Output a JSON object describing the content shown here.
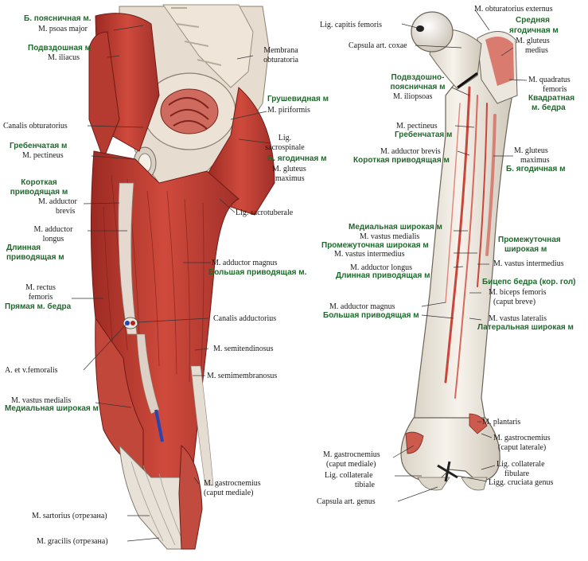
{
  "colors": {
    "muscle": "#c0392b",
    "muscle_dark": "#8e1f1a",
    "muscle_light": "#e07a6f",
    "bone": "#f2ede4",
    "bone_shadow": "#b9b2a6",
    "tendon": "#e9e4dc",
    "russian_label": "#1d6b2a",
    "latin_label": "#1a1a1a",
    "leader_line": "#333333"
  },
  "left_figure": {
    "labels": {
      "psoas_ru": "Б. поясничная м.",
      "psoas_lat": "M. psoas major",
      "iliacus_ru": "Подвздошная м",
      "iliacus_lat": "M. iliacus",
      "membrana_1": "Membrana",
      "membrana_2": "obturatoria",
      "piriformis_ru": "Грушевидная м",
      "piriformis_lat": "M. piriformis",
      "canalis_obt": "Canalis obturatorius",
      "pectineus_ru": "Гребенчатая м",
      "pectineus_lat": "M. pectineus",
      "sacrospinale_1": "Lig.",
      "sacrospinale_2": "sacrospinale",
      "gluteus_ru": "Б. ягодичная м",
      "gluteus_lat_1": "M. gluteus",
      "gluteus_lat_2": "maximus",
      "adductor_brevis_ru_1": "Короткая",
      "adductor_brevis_ru_2": "приводящая м",
      "adductor_brevis_lat_1": "M. adductor",
      "adductor_brevis_lat_2": "brevis",
      "sacrotuberale": "Lig. sacrotuberale",
      "adductor_longus_lat_1": "M. adductor",
      "adductor_longus_lat_2": "longus",
      "adductor_longus_ru_1": "Длинная",
      "adductor_longus_ru_2": "приводящая м",
      "adductor_magnus_lat": "M. adductor magnus",
      "adductor_magnus_ru": "Большая приводящая м.",
      "rectus_lat_1": "M. rectus",
      "rectus_lat_2": "femoris",
      "rectus_ru": "Прямая м. бедра",
      "canalis_add": "Canalis adductorius",
      "semitendinosus": "M. semitendinosus",
      "femoralis": "A. et v.femoralis",
      "semimembranosus": "M. semimembranosus",
      "vastus_medialis_lat": "M. vastus medialis",
      "vastus_medialis_ru": "Медиальная широкая м",
      "gastrocnemius_1": "M. gastrocnemius",
      "gastrocnemius_2": "(caput mediale)",
      "sartorius": "M. sartorius (отрезана)",
      "gracilis": "M. gracilis (отрезана)"
    }
  },
  "right_figure": {
    "labels": {
      "obturatorius_ext": "M. obturatorius externus",
      "capitis": "Lig. capitis femoris",
      "gluteus_med_ru_1": "Средняя",
      "gluteus_med_ru_2": "ягодичная м",
      "gluteus_med_lat_1": "M. gluteus",
      "gluteus_med_lat_2": "medius",
      "capsula_coxae": "Capsula art. coxae",
      "iliopsoas_ru_1": "Подвздошно-",
      "iliopsoas_ru_2": "поясничная м",
      "iliopsoas_lat": "M. iliopsoas",
      "quadratus_lat_1": "M. quadratus",
      "quadratus_lat_2": "femoris",
      "quadratus_ru_1": "Квадратная",
      "quadratus_ru_2": "м. бедра",
      "pectineus_lat": "M. pectineus",
      "pectineus_ru": "Гребенчатая м",
      "adductor_brevis_lat": "M. adductor brevis",
      "adductor_brevis_ru": "Короткая приводящая м",
      "gluteus_max_lat_1": "M. gluteus",
      "gluteus_max_lat_2": "maximus",
      "gluteus_max_ru": "Б. ягодичная м",
      "vastus_med_ru": "Медиальная широкая м",
      "vastus_med_lat": "M. vastus medialis",
      "vastus_int_ru_1": "Промежуточная",
      "vastus_int_ru_2": "широкая м",
      "vastus_int_ru_left": "Промежуточная широкая м",
      "vastus_int_lat_left": "M. vastus  intermedius",
      "vastus_int_lat_right": "M. vastus intermedius",
      "adductor_longus_lat": "M. adductor longus",
      "adductor_longus_ru": "Длинная приводящая м",
      "biceps_ru": "Бицепс бедра (кор. гол)",
      "biceps_lat_1": "M. biceps femoris",
      "biceps_lat_2": "(caput breve)",
      "adductor_magnus_lat": "M. adductor  magnus",
      "adductor_magnus_ru": "Большая приводящая м",
      "vastus_lat_lat": "M. vastus lateralis",
      "vastus_lat_ru": "Латеральная широкая м",
      "plantaris": "M. plantaris",
      "gastro_lat_1": "M. gastrocnemius",
      "gastro_lat_2": "(caput laterale)",
      "gastro_med_1": "M. gastrocnemius",
      "gastro_med_2": "(caput mediale)",
      "coll_fib_1": "Lig. collaterale",
      "coll_fib_2": "fibulare",
      "coll_tib_1": "Lig. collaterale",
      "coll_tib_2": "tibiale",
      "cruciata": "Ligg. cruciata genus",
      "capsula_genus": "Capsula art. genus"
    }
  }
}
